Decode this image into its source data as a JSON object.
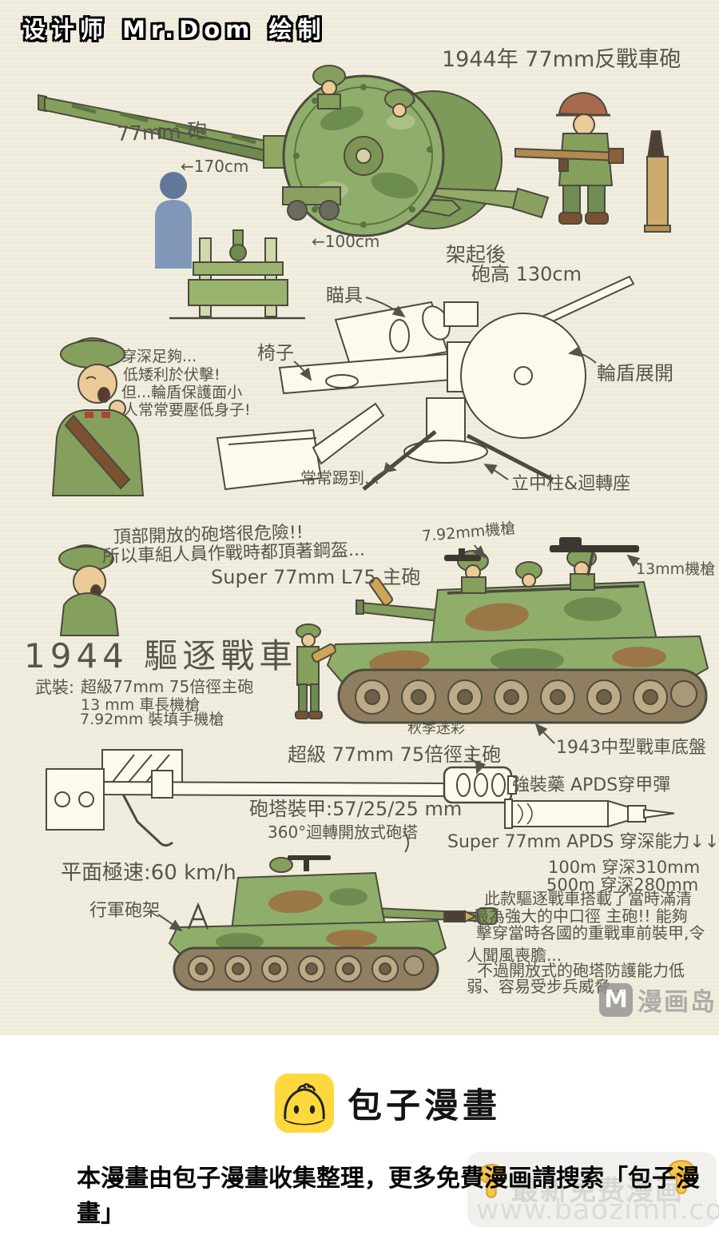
{
  "colors": {
    "paper": "#f2eedf",
    "ink": "#57554a",
    "brand_yellow": "#FFD83D",
    "uniform_green": "#85a05c"
  },
  "page": {
    "credit": "设计师 Mr.Dom 绘制",
    "watermark_m_letter": "M",
    "watermark_m_text": "漫画岛"
  },
  "gun1944": {
    "title": "1944年 77mm反戰車砲",
    "barrel_label": "77mm 砲",
    "man_height": "←170cm",
    "gun_height": "←100cm",
    "raised_line1": "架起後",
    "raised_line2": "砲高 130cm",
    "sight": "瞄具",
    "seat": "椅子",
    "shield_open": "輪盾展開",
    "kick": "常常踢到...",
    "pivot": "立中柱&迴轉座",
    "speech": [
      "穿深足夠...",
      "低矮利於伏擊!",
      "但...輪盾保護面小",
      "人常常要壓低身子!"
    ]
  },
  "tank1944": {
    "warning_line1": "頂部開放的砲塔很危險!!",
    "warning_line2": "所以車組人員作戰時都頂著鋼盔...",
    "main_gun": "Super 77mm L75 主砲",
    "mg_loader": "7.92mm機槍",
    "mg_commander": "13mm機槍",
    "title": "1944 驅逐戰車",
    "armament_label": "武裝:",
    "armament": [
      "超級77mm 75倍徑主砲",
      "13 mm 車長機槍",
      "7.92mm 裝填手機槍"
    ],
    "camo": "秋季迷彩",
    "chassis": "1943中型戰車底盤"
  },
  "specs": {
    "gun": "超級 77mm  75倍徑主砲",
    "turret_armor": "砲塔裝甲:57/25/25 mm",
    "turret_type": "360°迴轉開放式砲塔",
    "apds_title": "強裝藥 APDS穿甲彈",
    "apds_pen": "Super 77mm  APDS 穿深能力↓↓",
    "pen_100": "100m 穿深310mm",
    "pen_500": "500m 穿深280mm",
    "speed": "平面極速:60 km/h",
    "travel_mount": "行軍砲架",
    "commentary": [
      "此款驅逐戰車搭載了當時滿清",
      "最為強大的中口徑 主砲!! 能夠",
      "擊穿當時各國的重戰車前裝甲,令",
      "人聞風喪膽...",
      "不過開放式的砲塔防護能力低",
      "弱、容易受步兵威脅..."
    ]
  },
  "footer": {
    "brand": "包子漫畫",
    "disclaimer": "本漫畫由包子漫畫收集整理，更多免費漫画請搜索「包子漫畫」",
    "wm_line1": "最新免费漫画",
    "wm_url": "www.baozimh.com"
  }
}
